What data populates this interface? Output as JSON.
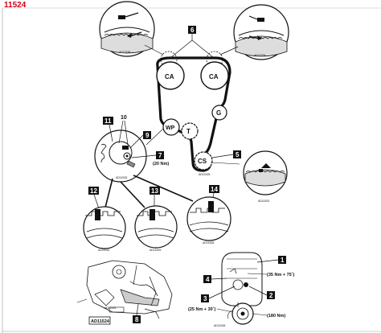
{
  "title": "11524",
  "pulleys": {
    "ca_left": "CA",
    "ca_right": "CA",
    "wp": "WP",
    "t": "T",
    "g": "G",
    "cs": "CS"
  },
  "callouts": {
    "n1": "1",
    "n2": "2",
    "n3": "3",
    "n4": "4",
    "n5": "5",
    "n6": "6",
    "n7": "7",
    "n8": "8",
    "n9": "9",
    "n10": "10",
    "n11": "11",
    "n12": "12",
    "n13": "13",
    "n14": "14"
  },
  "torques": {
    "t7": "(20 Nm)",
    "t1": "(35 Nm + 75˚)",
    "t3": "(25 Nm + 30˚)",
    "t2": "(180 Nm)"
  },
  "image_codes": {
    "top_left": "AD11536",
    "top_right": "AD11534",
    "tensioner": "AD11533",
    "crank_detail": "AD11531",
    "crank_small": "AD11525",
    "detail_12": "AD11530",
    "detail_13": "AD11529",
    "detail_14": "AD11528",
    "bottom_right": "AD11526",
    "bottom_left": "AD11524"
  }
}
